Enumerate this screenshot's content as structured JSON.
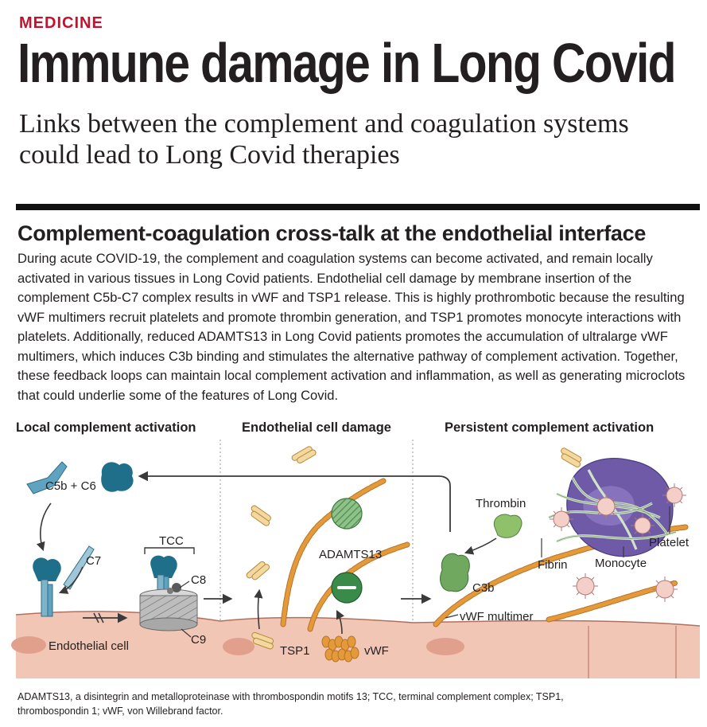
{
  "section": "MEDICINE",
  "headline": "Immune damage in Long Covid",
  "subhead": "Links between the complement and coagulation systems could lead to Long Covid therapies",
  "panel": {
    "title": "Complement-coagulation cross-talk at the endothelial interface",
    "summary": "During acute COVID-19, the complement and coagulation systems can become activated, and remain locally activated in various tissues in Long Covid patients. Endothelial cell damage by membrane insertion of the complement C5b-C7 complex results in vWF and TSP1 release. This is highly prothrombotic because the resulting vWF multimers recruit platelets and promote thrombin generation, and TSP1 promotes monocyte interactions with platelets. Additionally, reduced  ADAMTS13 in Long Covid patients promotes the accumulation of ultralarge vWF multimers, which induces C3b binding and stimulates the alternative pathway of complement activation. Together, these feedback loops can maintain local complement activation and inflammation, as well as generating microclots that could underlie some of the features of Long Covid."
  },
  "columns": [
    {
      "title": "Local complement activation"
    },
    {
      "title": "Endothelial cell damage"
    },
    {
      "title": "Persistent complement activation"
    }
  ],
  "labels": {
    "c5b_c6": "C5b + C6",
    "c7": "C7",
    "tcc": "TCC",
    "c8": "C8",
    "c9": "C9",
    "endothelial_cell": "Endothelial cell",
    "adamts13": "ADAMTS13",
    "tsp1": "TSP1",
    "vwf": "vWF",
    "thrombin": "Thrombin",
    "fibrin": "Fibrin",
    "monocyte": "Monocyte",
    "platelet": "Platelet",
    "c3b": "C3b",
    "vwf_multimer": "vWF multimer"
  },
  "footnote": "ADAMTS13, a disintegrin and metalloproteinase with thrombospondin motifs 13; TCC, terminal complement complex; TSP1, thrombospondin 1; vWF, von Willebrand factor.",
  "colors": {
    "accent_red": "#c8102e",
    "complement_blue": "#1f6f8b",
    "complement_light_blue": "#7fb3c8",
    "green": "#3a8a4a",
    "light_green": "#9cc97a",
    "vwf_orange": "#e59a3a",
    "tsp1_yellow": "#f3d9a0",
    "monocyte_purple": "#6f5aa8",
    "platelet_pink": "#f4cfc8",
    "endothelium": "#f2c6b4",
    "endothelium_deep": "#e8a898",
    "grey": "#8a8a8a"
  }
}
